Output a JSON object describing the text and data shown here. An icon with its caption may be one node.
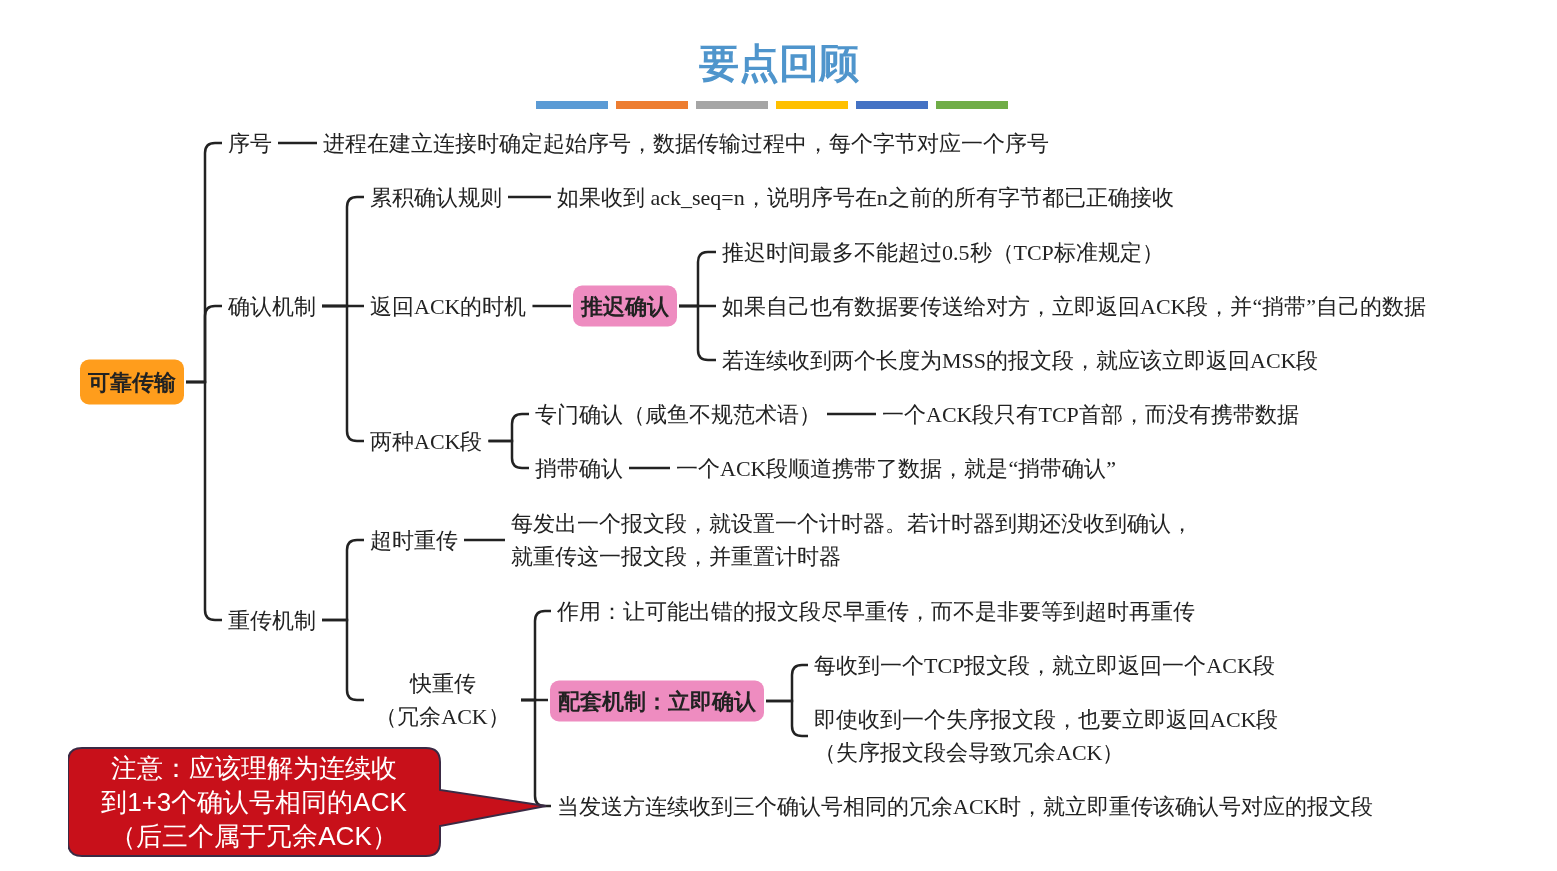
{
  "diagram": {
    "title": "要点回顾",
    "nodes": [
      {
        "text": [
          "可靠传输"
        ]
      },
      {
        "text": [
          "序号"
        ]
      },
      {
        "text": [
          "进程在建立连接时确定起始序号，数据传输过程中，每个字节对应一个序号"
        ]
      },
      {
        "text": [
          "确认机制"
        ]
      },
      {
        "text": [
          "累积确认规则"
        ]
      },
      {
        "text": [
          "如果收到 ack_seq=n，说明序号在n之前的所有字节都已正确接收"
        ]
      },
      {
        "text": [
          "返回ACK的时机"
        ]
      },
      {
        "text": [
          "推迟确认"
        ]
      },
      {
        "text": [
          "推迟时间最多不能超过0.5秒（TCP标准规定）"
        ]
      },
      {
        "text": [
          "如果自己也有数据要传送给对方，立即返回ACK段，并“捎带”自己的数据"
        ]
      },
      {
        "text": [
          "若连续收到两个长度为MSS的报文段，就应该立即返回ACK段"
        ]
      },
      {
        "text": [
          "两种ACK段"
        ]
      },
      {
        "text": [
          "专门确认（咸鱼不规范术语）"
        ]
      },
      {
        "text": [
          "一个ACK段只有TCP首部，而没有携带数据"
        ]
      },
      {
        "text": [
          "捎带确认"
        ]
      },
      {
        "text": [
          "一个ACK段顺道携带了数据，就是“捎带确认”"
        ]
      },
      {
        "text": [
          "重传机制"
        ]
      },
      {
        "text": [
          "超时重传"
        ]
      },
      {
        "text": [
          "每发出一个报文段，就设置一个计时器。若计时器到期还没收到确认，就重传这一报文段，并重置计时器"
        ]
      },
      {
        "text": [
          "快重传（冗余ACK）"
        ]
      },
      {
        "text": [
          "作用：让可能出错的报文段尽早重传，而不是非要等到超时再重传"
        ]
      },
      {
        "text": [
          "配套机制：立即确认"
        ]
      },
      {
        "text": [
          "每收到一个TCP报文段，就立即返回一个ACK段"
        ]
      },
      {
        "text": [
          "即使收到一个失序报文段，也要立即返回ACK段（失序报文段会导致冗余ACK）"
        ]
      },
      {
        "text": [
          "当发送方连续收到三个确认号相同的冗余ACK时，就立即重传该确认号对应的报文段"
        ]
      },
      {
        "text": [
          "注意：应该理解为连续收到1+3个确认号相同的ACK（后三个属于冗余ACK）"
        ]
      }
    ],
    "edges": [
      {
        "from": 0,
        "to": 1,
        "arrow": "none"
      },
      {
        "from": 0,
        "to": 3,
        "arrow": "none"
      },
      {
        "from": 0,
        "to": 16,
        "arrow": "none"
      },
      {
        "from": 1,
        "to": 2,
        "arrow": "none"
      },
      {
        "from": 3,
        "to": 4,
        "arrow": "none"
      },
      {
        "from": 3,
        "to": 6,
        "arrow": "none"
      },
      {
        "from": 3,
        "to": 11,
        "arrow": "none"
      },
      {
        "from": 4,
        "to": 5,
        "arrow": "none"
      },
      {
        "from": 6,
        "to": 7,
        "arrow": "none"
      },
      {
        "from": 7,
        "to": 8,
        "arrow": "none"
      },
      {
        "from": 7,
        "to": 9,
        "arrow": "none"
      },
      {
        "from": 7,
        "to": 10,
        "arrow": "none"
      },
      {
        "from": 11,
        "to": 12,
        "arrow": "none"
      },
      {
        "from": 11,
        "to": 14,
        "arrow": "none"
      },
      {
        "from": 12,
        "to": 13,
        "arrow": "none"
      },
      {
        "from": 14,
        "to": 15,
        "arrow": "none"
      },
      {
        "from": 16,
        "to": 17,
        "arrow": "none"
      },
      {
        "from": 16,
        "to": 19,
        "arrow": "none"
      },
      {
        "from": 17,
        "to": 18,
        "arrow": "none"
      },
      {
        "from": 19,
        "to": 20,
        "arrow": "none"
      },
      {
        "from": 19,
        "to": 21,
        "arrow": "none"
      },
      {
        "from": 19,
        "to": 24,
        "arrow": "none"
      },
      {
        "from": 21,
        "to": 22,
        "arrow": "none"
      },
      {
        "from": 21,
        "to": 23,
        "arrow": "none"
      }
    ]
  }
}
